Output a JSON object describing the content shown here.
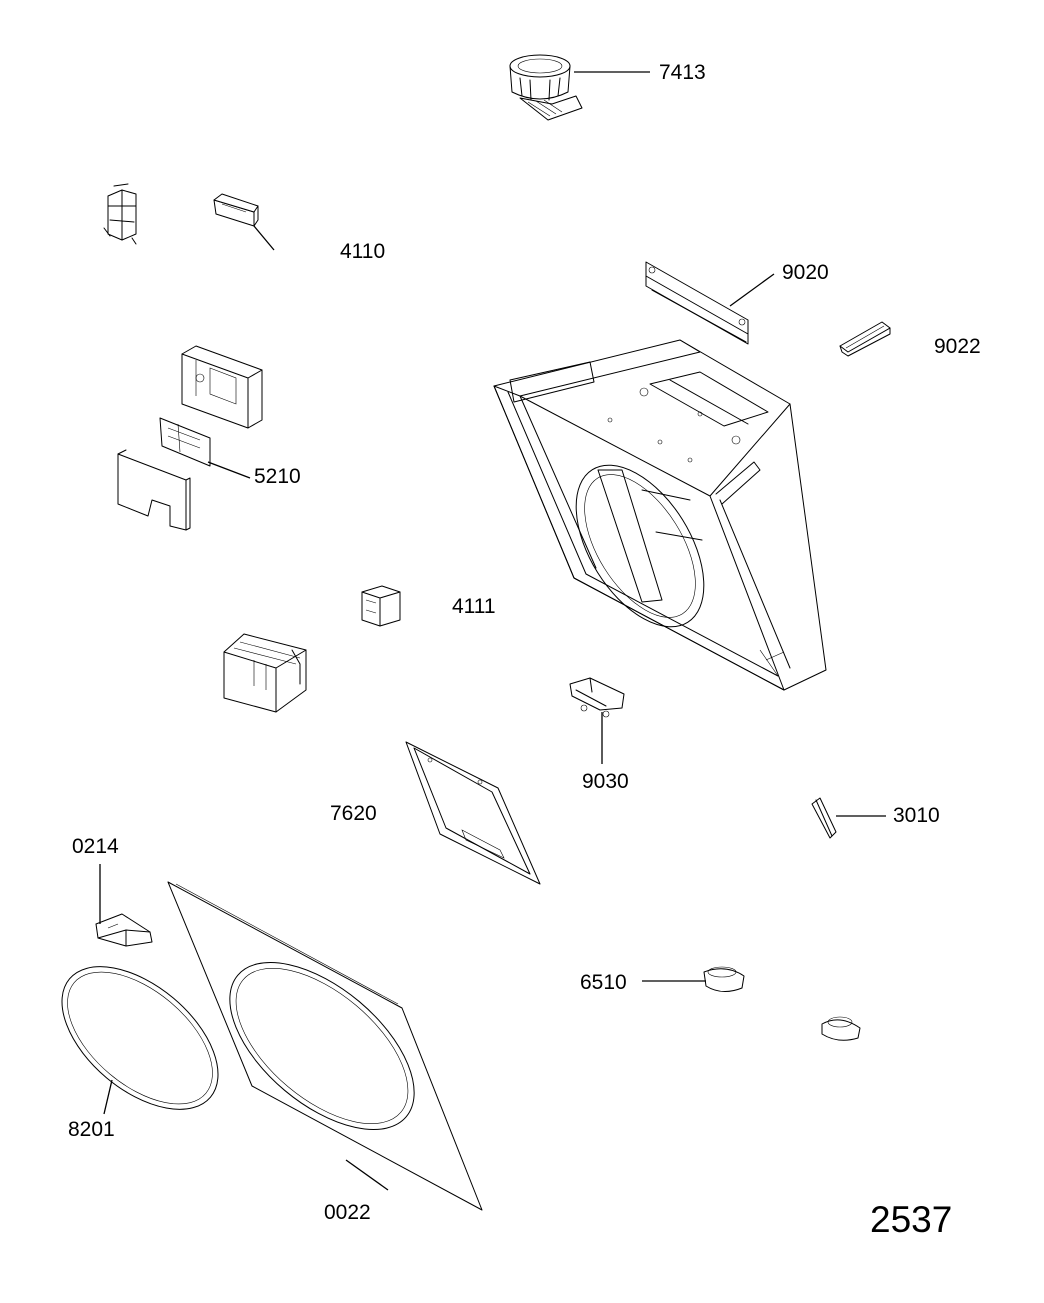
{
  "diagram": {
    "page_number": "2537",
    "parts": [
      {
        "id": "p7413",
        "label": "7413"
      },
      {
        "id": "p4110",
        "label": "4110"
      },
      {
        "id": "p9020",
        "label": "9020"
      },
      {
        "id": "p9022",
        "label": "9022"
      },
      {
        "id": "p5210",
        "label": "5210"
      },
      {
        "id": "p4111",
        "label": "4111"
      },
      {
        "id": "p9030",
        "label": "9030"
      },
      {
        "id": "p7620",
        "label": "7620"
      },
      {
        "id": "p3010",
        "label": "3010"
      },
      {
        "id": "p0214",
        "label": "0214"
      },
      {
        "id": "p6510",
        "label": "6510"
      },
      {
        "id": "p8201",
        "label": "8201"
      },
      {
        "id": "p0022",
        "label": "0022"
      }
    ]
  }
}
